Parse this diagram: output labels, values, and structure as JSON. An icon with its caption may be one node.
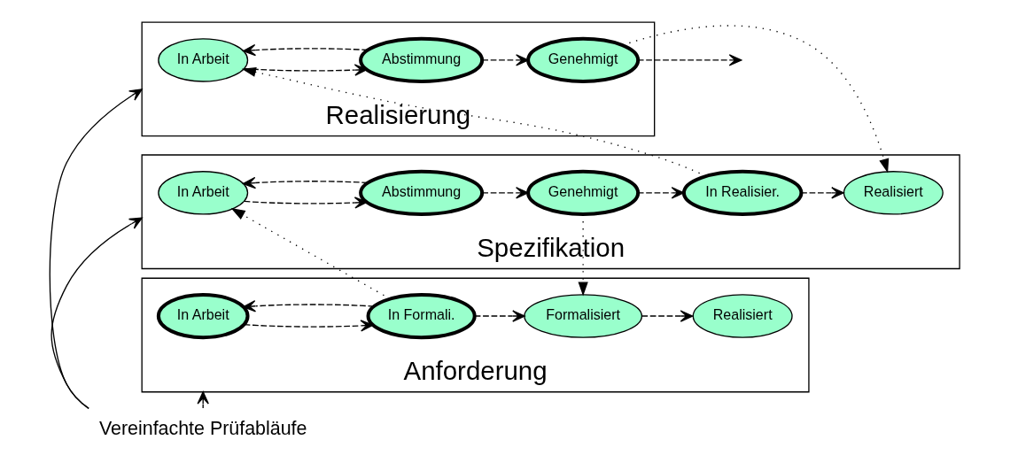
{
  "diagram": {
    "nodes": [
      {
        "text": [
          "Realisierung"
        ]
      },
      {
        "text": [
          "In Arbeit"
        ],
        "in": 0
      },
      {
        "text": [
          "Abstimmung"
        ],
        "in": 0
      },
      {
        "text": [
          "Genehmigt"
        ],
        "in": 0
      },
      {
        "text": [
          "Spezifikation"
        ]
      },
      {
        "text": [
          "In Arbeit"
        ],
        "in": 4
      },
      {
        "text": [
          "Abstimmung"
        ],
        "in": 4
      },
      {
        "text": [
          "Genehmigt"
        ],
        "in": 4
      },
      {
        "text": [
          "In Realisier."
        ],
        "in": 4
      },
      {
        "text": [
          "Realisiert"
        ],
        "in": 4
      },
      {
        "text": [
          "Anforderung"
        ]
      },
      {
        "text": [
          "In Arbeit"
        ],
        "in": 10
      },
      {
        "text": [
          "In Formali."
        ],
        "in": 10
      },
      {
        "text": [
          "Formalisiert"
        ],
        "in": 10
      },
      {
        "text": [
          "Realisiert"
        ],
        "in": 10
      },
      {
        "text": [
          "Vereinfachte Prüfabläufe"
        ]
      }
    ],
    "edges": [
      {
        "from": 15,
        "to": 0,
        "arrow": "to"
      },
      {
        "from": 15,
        "to": 4,
        "arrow": "to"
      },
      {
        "from": 15,
        "to": 10,
        "arrow": "to"
      },
      {
        "from": 1,
        "to": 2,
        "arrow": "to",
        "style": "dashed"
      },
      {
        "from": 2,
        "to": 1,
        "arrow": "to",
        "style": "dashed"
      },
      {
        "from": 2,
        "to": 3,
        "arrow": "to",
        "style": "dashed"
      },
      {
        "from": 3,
        "to": null,
        "arrow": "to",
        "style": "dashed"
      },
      {
        "from": 5,
        "to": 6,
        "arrow": "to",
        "style": "dashed"
      },
      {
        "from": 6,
        "to": 5,
        "arrow": "to",
        "style": "dashed"
      },
      {
        "from": 6,
        "to": 7,
        "arrow": "to",
        "style": "dashed"
      },
      {
        "from": 7,
        "to": 8,
        "arrow": "to",
        "style": "dashed"
      },
      {
        "from": 8,
        "to": 9,
        "arrow": "to",
        "style": "dashed"
      },
      {
        "from": 11,
        "to": 12,
        "arrow": "to",
        "style": "dashed"
      },
      {
        "from": 12,
        "to": 11,
        "arrow": "to",
        "style": "dashed"
      },
      {
        "from": 12,
        "to": 13,
        "arrow": "to",
        "style": "dashed"
      },
      {
        "from": 13,
        "to": 14,
        "arrow": "to",
        "style": "dashed"
      },
      {
        "from": 8,
        "to": 1,
        "arrow": "to",
        "style": "dashed"
      },
      {
        "from": 3,
        "to": 9,
        "arrow": "to",
        "style": "dashed"
      },
      {
        "from": 12,
        "to": 5,
        "arrow": "to",
        "style": "dashed"
      },
      {
        "from": 7,
        "to": 13,
        "arrow": "to",
        "style": "dashed"
      }
    ]
  }
}
